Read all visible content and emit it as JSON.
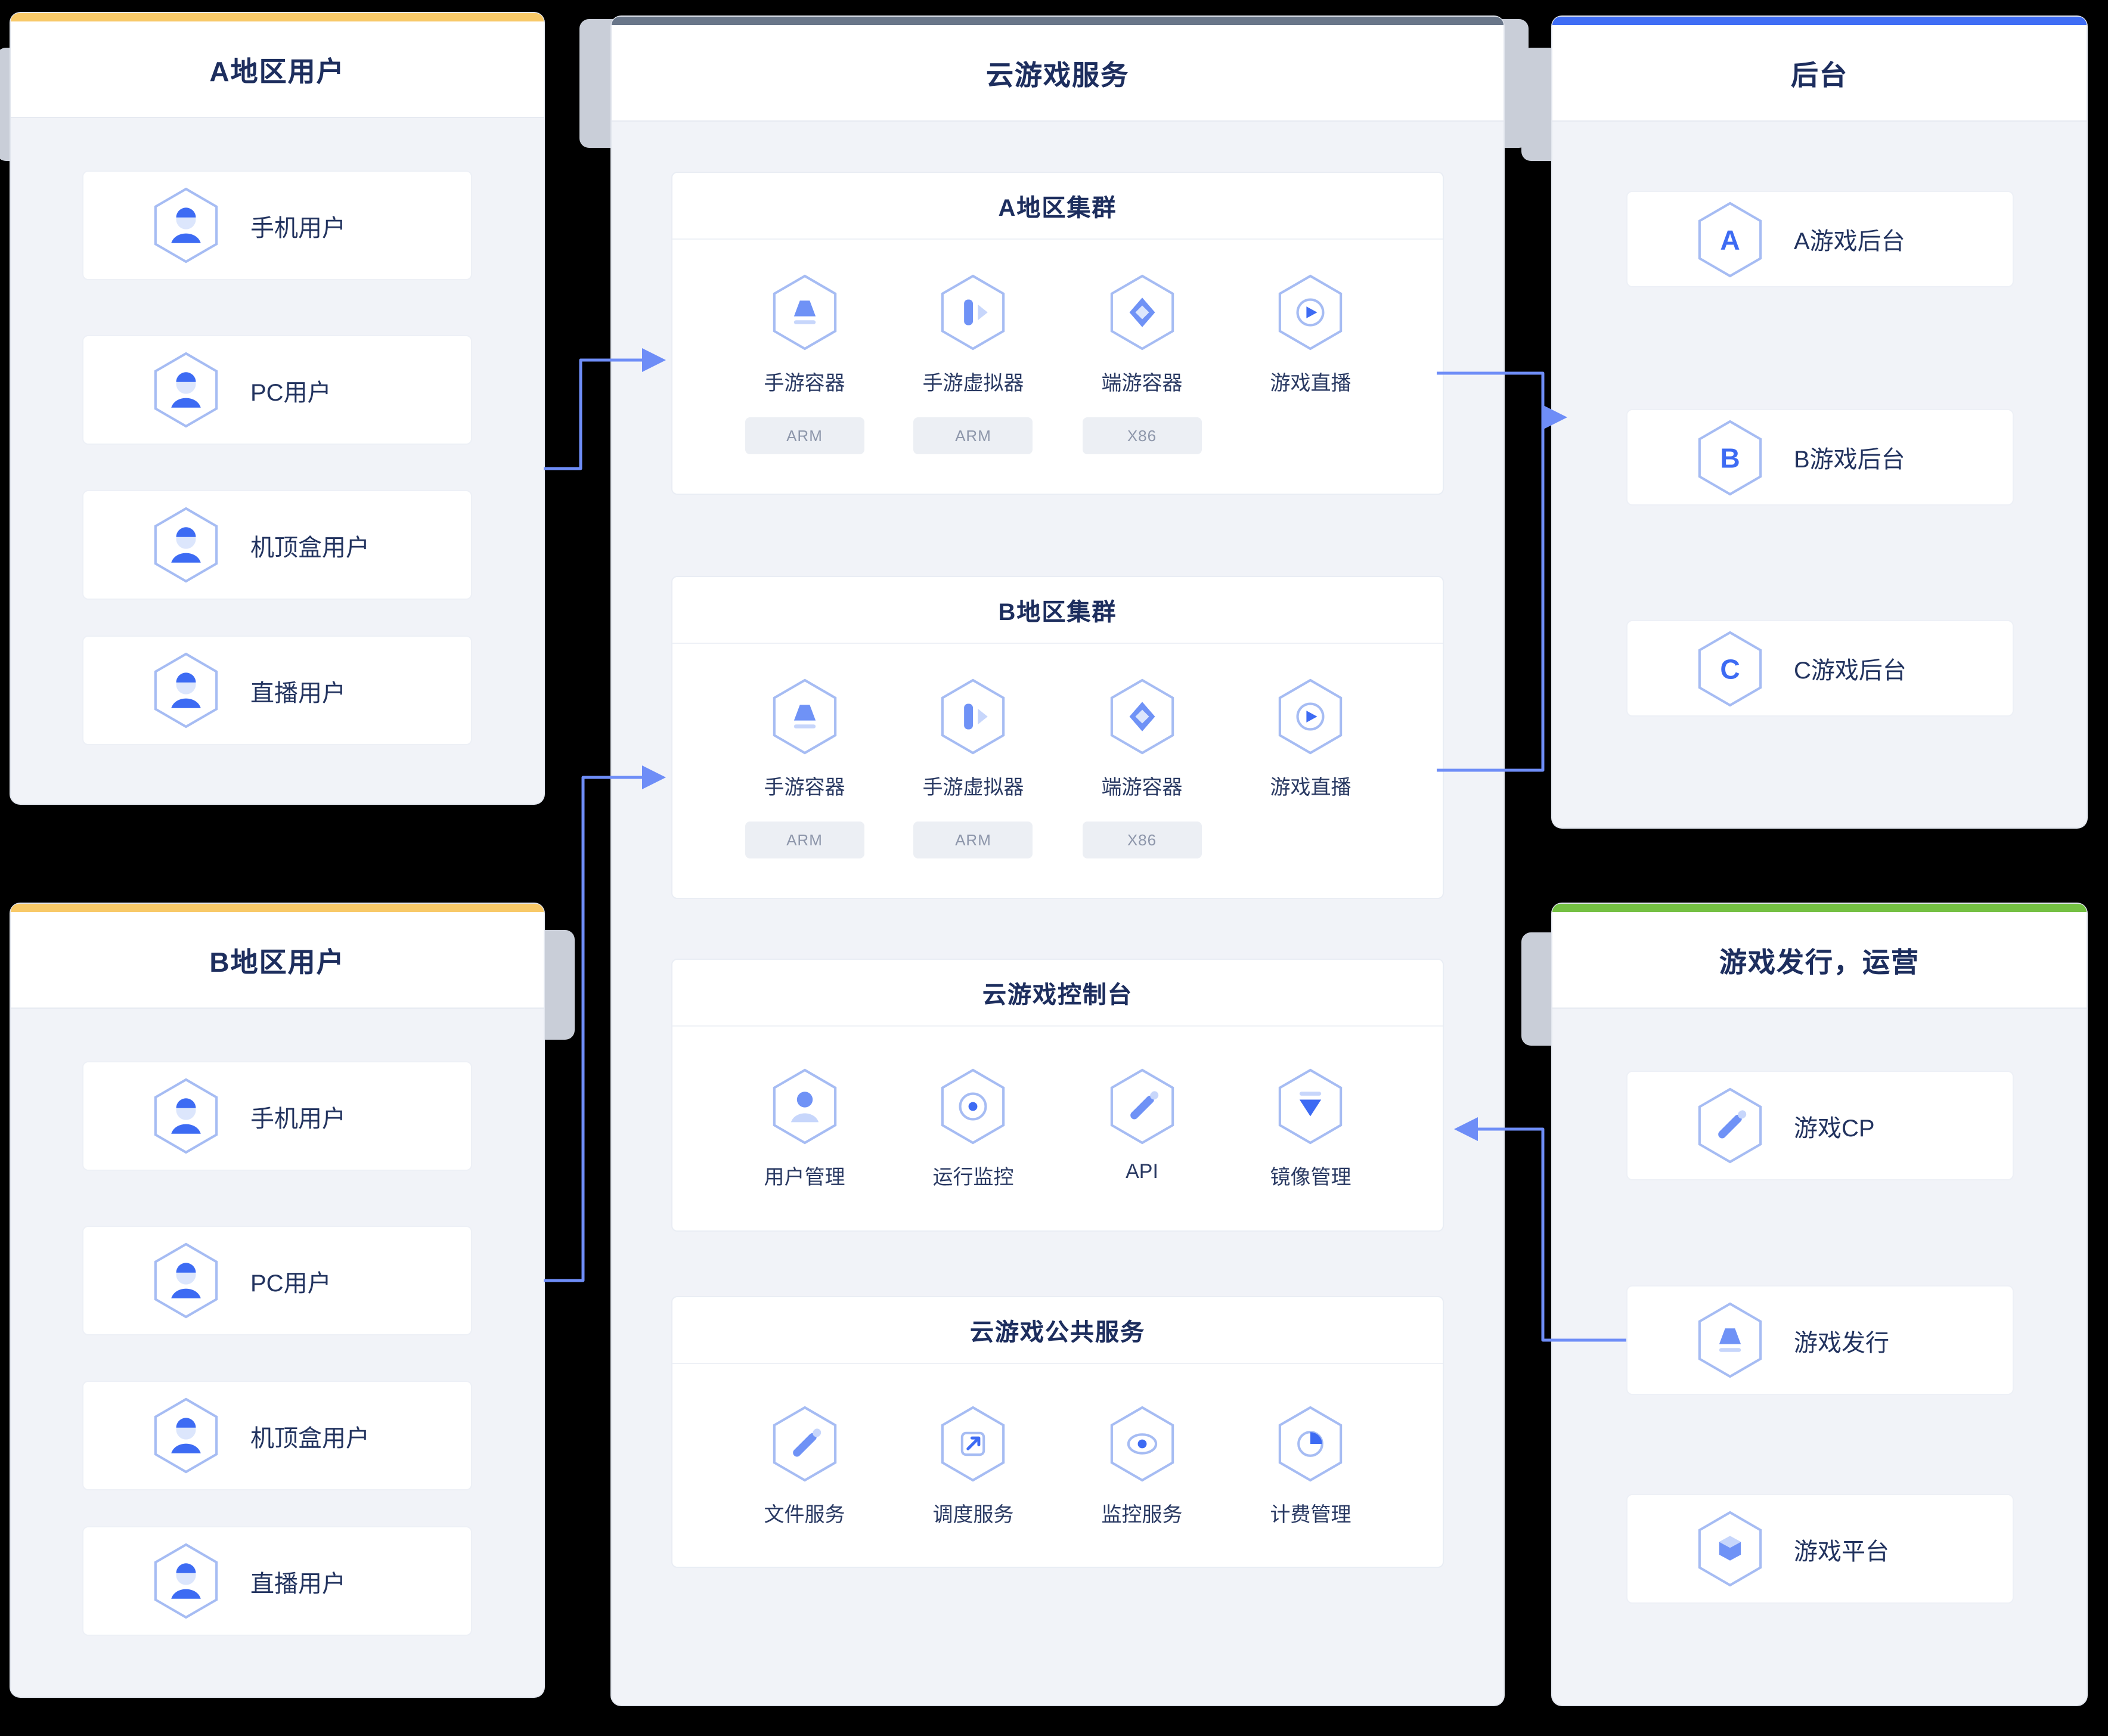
{
  "panels": {
    "region_a_users": {
      "title": "A地区用户",
      "accent_color": "#F8C968",
      "items": [
        {
          "label": "手机用户",
          "icon": "mobile-user"
        },
        {
          "label": "PC用户",
          "icon": "pc-user"
        },
        {
          "label": "机顶盒用户",
          "icon": "settop-box-user"
        },
        {
          "label": "直播用户",
          "icon": "live-user"
        }
      ]
    },
    "region_b_users": {
      "title": "B地区用户",
      "accent_color": "#F8C968",
      "items": [
        {
          "label": "手机用户",
          "icon": "mobile-user"
        },
        {
          "label": "PC用户",
          "icon": "pc-user"
        },
        {
          "label": "机顶盒用户",
          "icon": "settop-box-user"
        },
        {
          "label": "直播用户",
          "icon": "live-user"
        }
      ]
    },
    "cloud_service": {
      "title": "云游戏服务",
      "accent_color": "#697689",
      "sections": [
        {
          "title": "A地区集群",
          "items": [
            {
              "label": "手游容器",
              "tag": "ARM",
              "icon": "mobile-game-container"
            },
            {
              "label": "手游虚拟器",
              "tag": "ARM",
              "icon": "mobile-game-emulator"
            },
            {
              "label": "端游容器",
              "tag": "X86",
              "icon": "pc-game-container"
            },
            {
              "label": "游戏直播",
              "icon": "game-live-stream"
            }
          ]
        },
        {
          "title": "B地区集群",
          "items": [
            {
              "label": "手游容器",
              "tag": "ARM",
              "icon": "mobile-game-container"
            },
            {
              "label": "手游虚拟器",
              "tag": "ARM",
              "icon": "mobile-game-emulator"
            },
            {
              "label": "端游容器",
              "tag": "X86",
              "icon": "pc-game-container"
            },
            {
              "label": "游戏直播",
              "icon": "game-live-stream"
            }
          ]
        },
        {
          "title": "云游戏控制台",
          "items": [
            {
              "label": "用户管理",
              "icon": "user-management"
            },
            {
              "label": "运行监控",
              "icon": "runtime-monitoring"
            },
            {
              "label": "API",
              "icon": "api"
            },
            {
              "label": "镜像管理",
              "icon": "image-management"
            }
          ]
        },
        {
          "title": "云游戏公共服务",
          "items": [
            {
              "label": "文件服务",
              "icon": "file-service"
            },
            {
              "label": "调度服务",
              "icon": "scheduling-service"
            },
            {
              "label": "监控服务",
              "icon": "monitoring-service"
            },
            {
              "label": "计费管理",
              "icon": "billing-management"
            }
          ]
        }
      ]
    },
    "backend": {
      "title": "后台",
      "accent_color": "#3F6DF5",
      "items": [
        {
          "label": "A游戏后台",
          "icon_letter": "A"
        },
        {
          "label": "B游戏后台",
          "icon_letter": "B"
        },
        {
          "label": "C游戏后台",
          "icon_letter": "C"
        }
      ]
    },
    "publishing": {
      "title": "游戏发行，运营",
      "accent_color": "#74C043",
      "items": [
        {
          "label": "游戏CP",
          "icon": "game-cp"
        },
        {
          "label": "游戏发行",
          "icon": "game-publishing"
        },
        {
          "label": "游戏平台",
          "icon": "game-platform"
        }
      ]
    }
  },
  "arrow_color": "#6E8DF7"
}
